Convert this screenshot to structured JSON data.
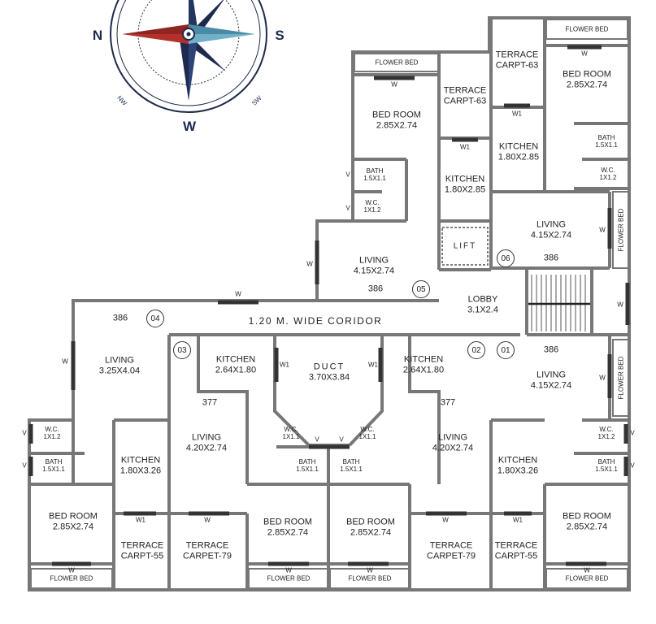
{
  "compass": {
    "north": "N",
    "south": "S",
    "west": "W",
    "nw": "NW",
    "sw": "SW"
  },
  "corridor": "1.20 M. WIDE CORIDOR",
  "lift": "LIFT",
  "duct": {
    "name": "DUCT",
    "dim": "3.70X3.84"
  },
  "lobby": {
    "name": "LOBBY",
    "dim": "3.1X2.4"
  },
  "flat_numbers": [
    "01",
    "02",
    "03",
    "04",
    "05",
    "06"
  ],
  "dimension_marks": [
    "386",
    "386",
    "386",
    "386",
    "377",
    "377"
  ],
  "window_marks": {
    "w": "W",
    "w1": "W1",
    "v": "V"
  },
  "rooms": [
    {
      "name": "BED ROOM",
      "dim": "2.85X2.74"
    },
    {
      "name": "BED ROOM",
      "dim": "2.85X2.74"
    },
    {
      "name": "BED ROOM",
      "dim": "2.85X2.74"
    },
    {
      "name": "BED ROOM",
      "dim": "2.85X2.74"
    },
    {
      "name": "BED ROOM",
      "dim": "2.85X2.74"
    },
    {
      "name": "BED ROOM",
      "dim": "2.85X2.74"
    },
    {
      "name": "KITCHEN",
      "dim": "1.80X2.85"
    },
    {
      "name": "KITCHEN",
      "dim": "1.80X2.85"
    },
    {
      "name": "KITCHEN",
      "dim": "2.64X1.80"
    },
    {
      "name": "KITCHEN",
      "dim": "2.64X1.80"
    },
    {
      "name": "KITCHEN",
      "dim": "1.80X3.26"
    },
    {
      "name": "KITCHEN",
      "dim": "1.80X3.26"
    },
    {
      "name": "LIVING",
      "dim": "4.15X2.74"
    },
    {
      "name": "LIVING",
      "dim": "4.15X2.74"
    },
    {
      "name": "LIVING",
      "dim": "4.15X2.74"
    },
    {
      "name": "LIVING",
      "dim": "3.25X4.04"
    },
    {
      "name": "LIVING",
      "dim": "4.20X2.74"
    },
    {
      "name": "LIVING",
      "dim": "4.20X2.74"
    }
  ],
  "baths": [
    {
      "name": "BATH",
      "dim": "1.5X1.1"
    },
    {
      "name": "BATH",
      "dim": "1.5X1.1"
    },
    {
      "name": "BATH",
      "dim": "1.5X1.1"
    },
    {
      "name": "BATH",
      "dim": "1.5X1.1"
    },
    {
      "name": "BATH",
      "dim": "1.5X1.1"
    },
    {
      "name": "BATH",
      "dim": "1.5X1.1"
    }
  ],
  "wcs": [
    {
      "name": "W.C.",
      "dim": "1X1.2"
    },
    {
      "name": "W.C.",
      "dim": "1X1.2"
    },
    {
      "name": "W.C.",
      "dim": "1X1.2"
    },
    {
      "name": "W.C.",
      "dim": "1X1.2"
    },
    {
      "name": "W.C.",
      "dim": "1X1.1"
    },
    {
      "name": "W.C.",
      "dim": "1X1.1"
    }
  ],
  "terraces": [
    {
      "name": "TERRACE",
      "dim": "CARPT-63"
    },
    {
      "name": "TERRACE",
      "dim": "CARPT-63"
    },
    {
      "name": "TERRACE",
      "dim": "CARPT-55"
    },
    {
      "name": "TERRACE",
      "dim": "CARPT-55"
    },
    {
      "name": "TERRACE",
      "dim": "CARPET-79"
    },
    {
      "name": "TERRACE",
      "dim": "CARPET-79"
    }
  ],
  "flower_bed": "FLOWER BED",
  "colors": {
    "wall": "#777777",
    "wall_fill": "#ffffff",
    "window": "#333333",
    "compass_navy": "#1d2a4d",
    "compass_red": "#b3312a",
    "compass_teal": "#4b8aa6"
  }
}
